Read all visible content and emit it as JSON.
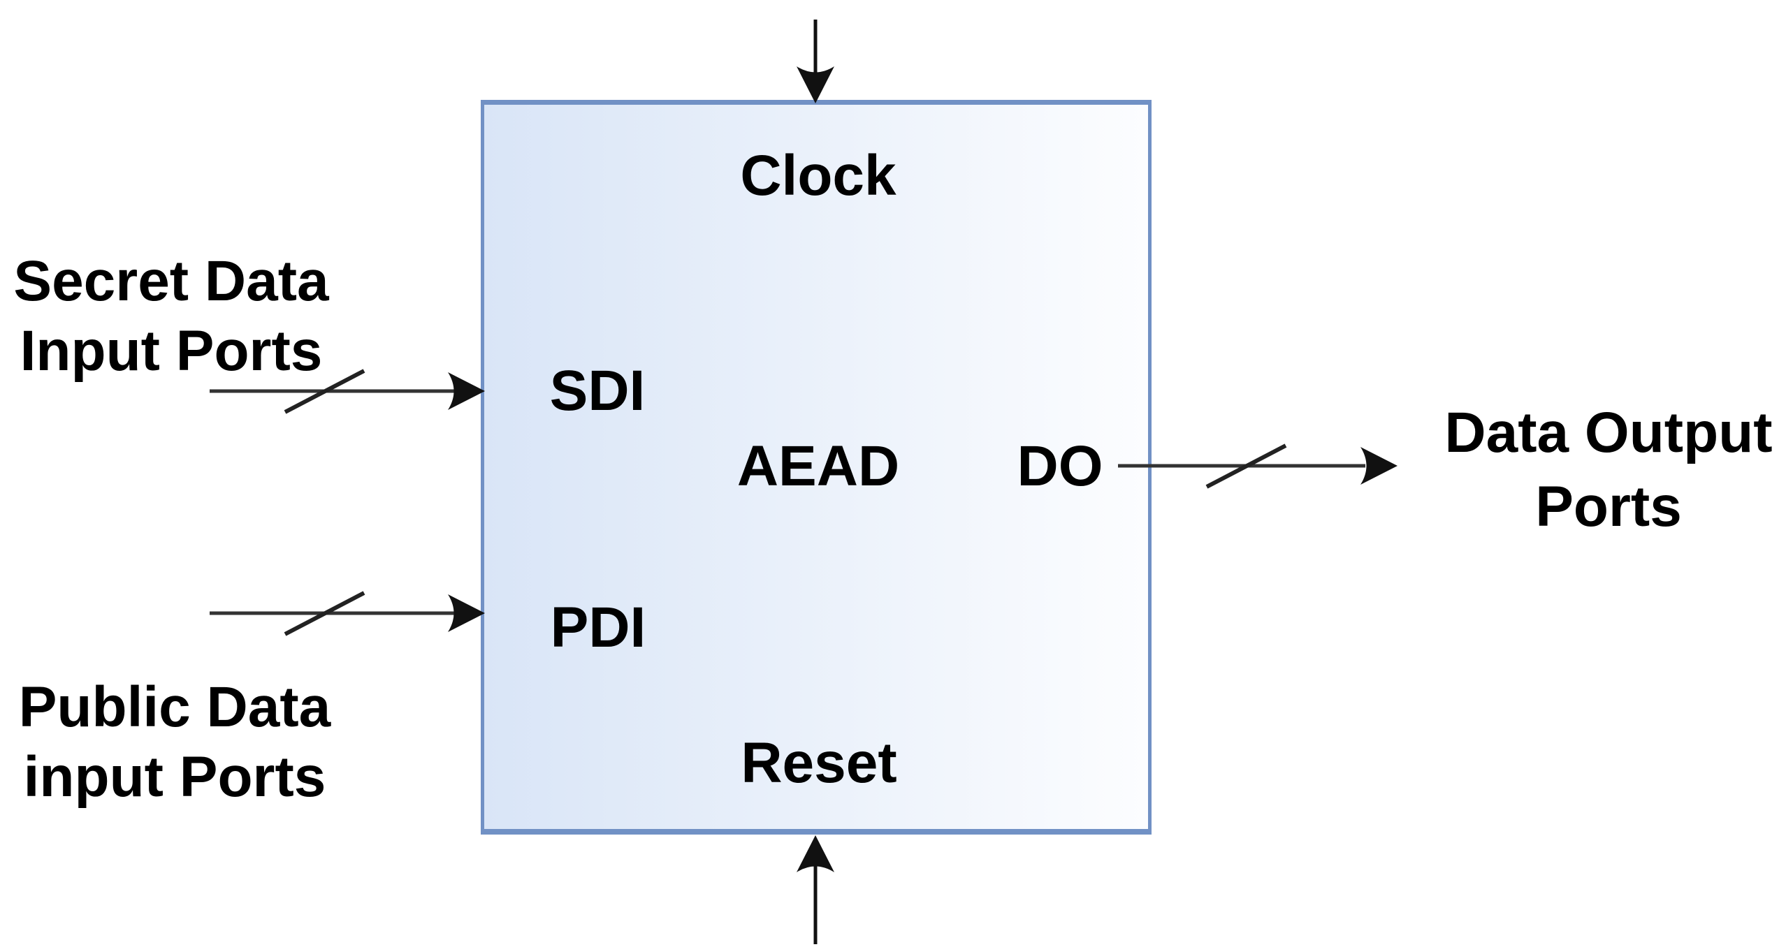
{
  "block": {
    "core_label": "AEAD",
    "ports": {
      "clock": "Clock",
      "reset": "Reset",
      "sdi": "SDI",
      "pdi": "PDI",
      "do": "DO"
    }
  },
  "labels": {
    "secret_input": {
      "line1": "Secret Data",
      "line2": "Input Ports"
    },
    "public_input": {
      "line1": "Public Data",
      "line2": "input Ports"
    },
    "data_output": {
      "line1": "Data Output",
      "line2": "Ports"
    }
  },
  "connectors": [
    {
      "name": "clock-input-arrow",
      "direction": "down",
      "style": "single-wire",
      "target_port": "Clock"
    },
    {
      "name": "reset-input-arrow",
      "direction": "up",
      "style": "single-wire",
      "target_port": "Reset"
    },
    {
      "name": "sdi-bus-arrow",
      "direction": "right",
      "style": "bus-with-slash",
      "target_port": "SDI"
    },
    {
      "name": "pdi-bus-arrow",
      "direction": "right",
      "style": "bus-with-slash",
      "target_port": "PDI"
    },
    {
      "name": "do-bus-arrow",
      "direction": "right",
      "style": "bus-with-slash",
      "source_port": "DO"
    }
  ],
  "colors": {
    "background": "#ffffff",
    "block_fill_left": "#d9e5f7",
    "block_fill_right": "#fcfdff",
    "block_border": "#7191c5",
    "text": "#000000",
    "wire": "#333333",
    "arrowhead": "#111111"
  }
}
